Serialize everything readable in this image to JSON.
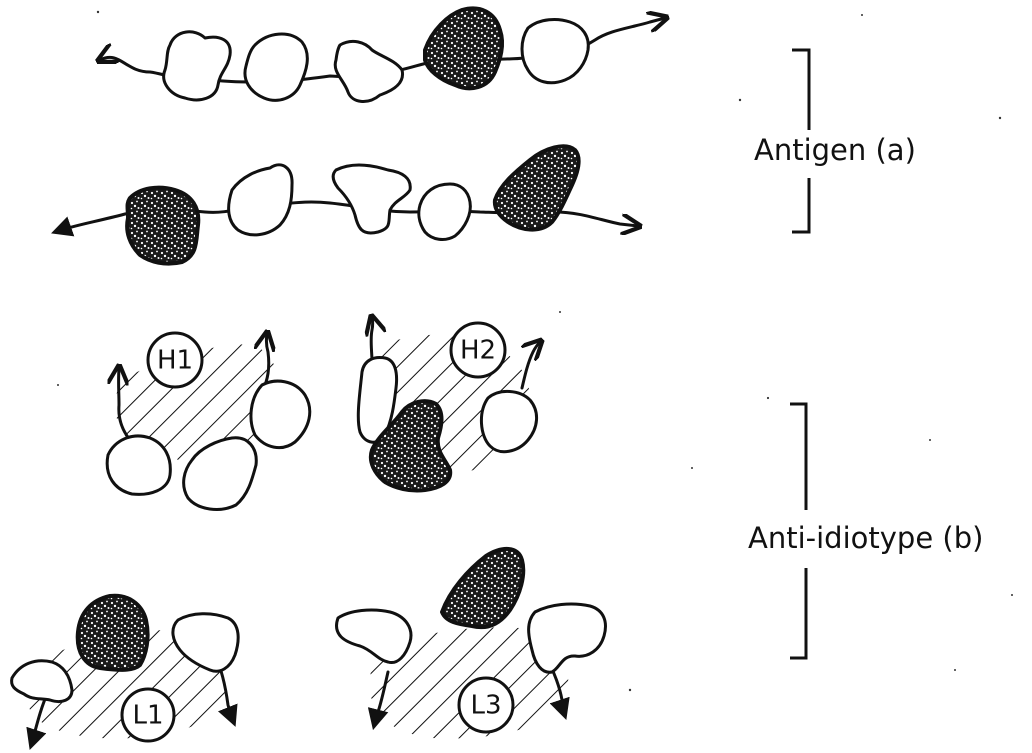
{
  "labels": {
    "antigen": "Antigen (a)",
    "anti_idiotype": "Anti-idiotype (b)",
    "h1": "H1",
    "h2": "H2",
    "l1": "L1",
    "l3": "L3"
  },
  "colors": {
    "ink": "#111111",
    "background": "#ffffff"
  }
}
